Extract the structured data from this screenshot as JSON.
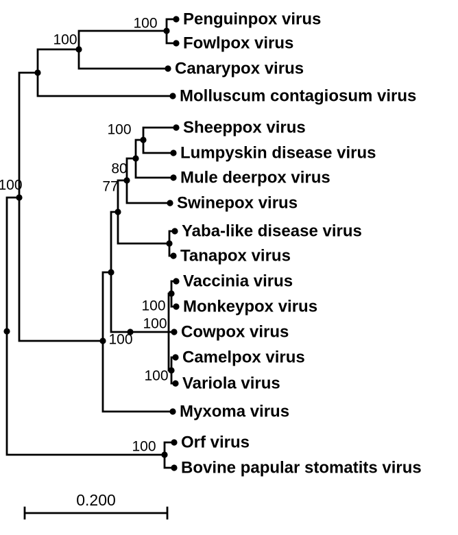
{
  "figure": {
    "type": "phylogenetic tree",
    "background_color": "#ffffff",
    "line_color": "#000000",
    "text_color": "#000000"
  },
  "scale_bar": {
    "label": "0.200"
  },
  "tree": {
    "taxa": [
      {
        "name": "Penguinpox virus"
      },
      {
        "name": "Fowlpox virus"
      },
      {
        "name": "Canarypox virus"
      },
      {
        "name": "Molluscum contagiosum virus"
      },
      {
        "name": "Sheeppox virus"
      },
      {
        "name": "Lumpyskin disease virus"
      },
      {
        "name": "Mule deerpox virus"
      },
      {
        "name": "Swinepox virus"
      },
      {
        "name": "Yaba-like disease virus"
      },
      {
        "name": "Tanapox virus"
      },
      {
        "name": "Vaccinia virus"
      },
      {
        "name": "Monkeypox virus"
      },
      {
        "name": "Cowpox virus"
      },
      {
        "name": "Camelpox virus"
      },
      {
        "name": "Variola virus"
      },
      {
        "name": "Myxoma virus"
      },
      {
        "name": "Orf virus"
      },
      {
        "name": "Bovine papular stomatits virus"
      }
    ],
    "supports": [
      {
        "node": "penguinpox-fowlpox",
        "value": "100"
      },
      {
        "node": "avipoxvirus-clade",
        "value": "100"
      },
      {
        "node": "left-major-split",
        "value": "100"
      },
      {
        "node": "sheeppox-lumpyskin",
        "value": "100"
      },
      {
        "node": "capripox-deerpox",
        "value": "80"
      },
      {
        "node": "deerpox-swinepox",
        "value": "77"
      },
      {
        "node": "vaccinia-monkeypox",
        "value": "100"
      },
      {
        "node": "orthopoxvirus-clade",
        "value": "100"
      },
      {
        "node": "camelpox-variola",
        "value": "100"
      },
      {
        "node": "core-chordopox",
        "value": "100"
      },
      {
        "node": "orf-bovine",
        "value": "100"
      }
    ],
    "topology_newick": "((((Penguinpox virus,Fowlpox virus)100,Canarypox virus)100,Molluscum contagiosum virus)100,(((((Sheeppox virus,Lumpyskin disease virus)100,Mule deerpox virus)80,Swinepox virus)77,(Yaba-like disease virus,Tanapox virus)),((Vaccinia virus,Monkeypox virus)100,Cowpox virus,(Camelpox virus,Variola virus)100)100,Myxoma virus)100,(Orf virus,Bovine papular stomatits virus)100);"
  }
}
